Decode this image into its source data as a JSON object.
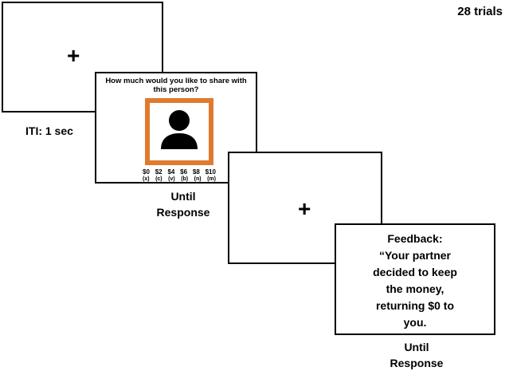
{
  "trials_label": "28 trials",
  "screens": {
    "iti": {
      "fixation": "+",
      "caption": "ITI: 1 sec"
    },
    "choice": {
      "question_line1": "How much would you like to share with",
      "question_line2": "this person?",
      "photo_icon": "person-silhouette-icon",
      "photo_frame_color": "#e07a2f",
      "amounts": [
        "$0",
        "$2",
        "$4",
        "$6",
        "$8",
        "$10"
      ],
      "keys": [
        "(x)",
        "(c)",
        "(v)",
        "(b)",
        "(n)",
        "(m)"
      ],
      "caption_line1": "Until",
      "caption_line2": "Response"
    },
    "fixation2": {
      "fixation": "+"
    },
    "feedback": {
      "lines": [
        "Feedback:",
        "“Your partner",
        "decided to keep",
        "the money,",
        "returning $0 to",
        "you."
      ],
      "caption_line1": "Until",
      "caption_line2": "Response"
    }
  }
}
